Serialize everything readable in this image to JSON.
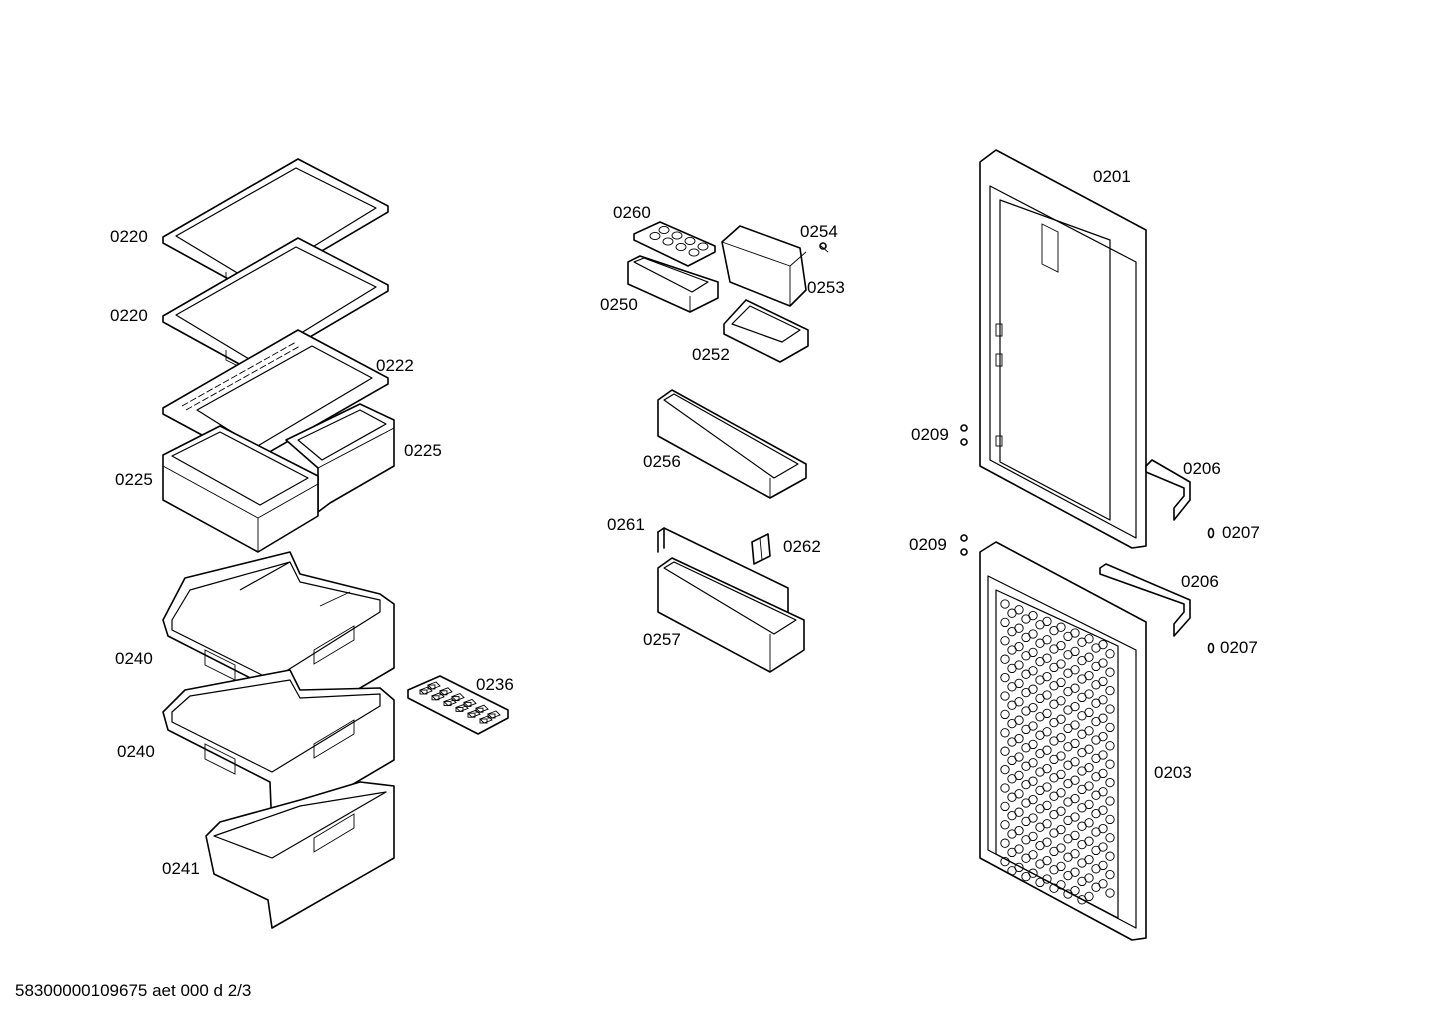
{
  "labels": {
    "l0220a": "0220",
    "l0220b": "0220",
    "l0222": "0222",
    "l0225a": "0225",
    "l0225b": "0225",
    "l0240a": "0240",
    "l0240b": "0240",
    "l0241": "0241",
    "l0236": "0236",
    "l0260": "0260",
    "l0250": "0250",
    "l0254": "0254",
    "l0253": "0253",
    "l0252": "0252",
    "l0256": "0256",
    "l0261": "0261",
    "l0262": "0262",
    "l0257": "0257",
    "l0201": "0201",
    "l0209a": "0209",
    "l0206a": "0206",
    "l0207a": "0207",
    "l0209b": "0209",
    "l0206b": "0206",
    "l0207b": "0207",
    "l0203": "0203"
  },
  "footer": "58300000109675 aet 000 d 2/3"
}
